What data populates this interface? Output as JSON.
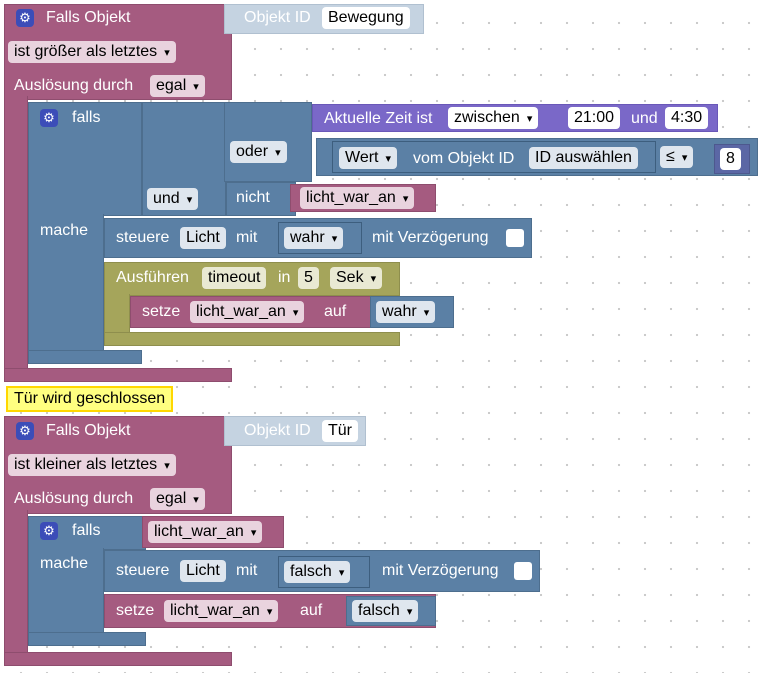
{
  "block1": {
    "header": "Falls Objekt",
    "objekt_id_label": "Objekt ID",
    "objekt_id_value": "Bewegung",
    "condition": "ist größer als letztes",
    "ausloesung_label": "Auslösung durch",
    "ausloesung_value": "egal",
    "falls_label": "falls",
    "mache_label": "mache",
    "time_label": "Aktuelle Zeit ist",
    "time_mode": "zwischen",
    "time_start": "21:00",
    "und_label": "und",
    "time_end": "4:30",
    "oder_label": "oder",
    "wert_label": "Wert",
    "vom_objekt_label": "vom Objekt ID",
    "id_select": "ID auswählen",
    "compare_op": "≤",
    "compare_value": "8",
    "and_op": "und",
    "nicht_label": "nicht",
    "var_name": "licht_war_an",
    "steuere_label": "steuere",
    "steuere_target": "Licht",
    "mit_label": "mit",
    "steuere_value": "wahr",
    "delay_label": "mit Verzögerung",
    "ausfuehren_label": "Ausführen",
    "timeout_var": "timeout",
    "in_label": "in",
    "timeout_value": "5",
    "timeout_unit": "Sek",
    "setze_label": "setze",
    "setze_var": "licht_war_an",
    "auf_label": "auf",
    "setze_value": "wahr"
  },
  "comment": "Tür wird geschlossen",
  "block2": {
    "header": "Falls Objekt",
    "objekt_id_label": "Objekt ID",
    "objekt_id_value": "Tür",
    "condition": "ist kleiner als letztes",
    "ausloesung_label": "Auslösung durch",
    "ausloesung_value": "egal",
    "falls_label": "falls",
    "mache_label": "mache",
    "var_name": "licht_war_an",
    "steuere_label": "steuere",
    "steuere_target": "Licht",
    "mit_label": "mit",
    "steuere_value": "falsch",
    "delay_label": "mit Verzögerung",
    "setze_label": "setze",
    "setze_var": "licht_war_an",
    "auf_label": "auf",
    "setze_value": "falsch"
  },
  "colors": {
    "trigger": "#a55b80",
    "logic": "#5b80a5",
    "timer": "#a5a55b",
    "comment": "#ffff80"
  }
}
